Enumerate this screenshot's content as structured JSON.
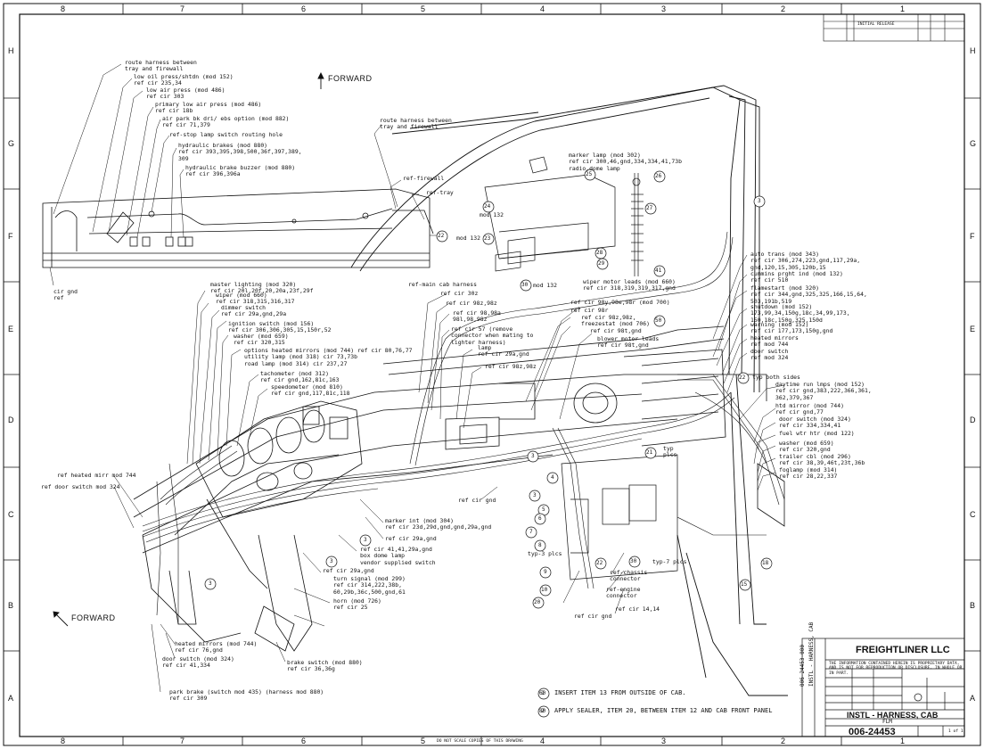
{
  "drawing": {
    "company": "FREIGHTLINER LLC",
    "title": "INSTL - HARNESS, CAB",
    "sheet_code": "FLM",
    "drawing_number": "006-24453",
    "sheet": "1 of 1",
    "side_number": "006-24453-000",
    "side_title": "INSTL - HARNESS, CAB",
    "footer_note": "DO NOT SCALE COPIES OF THIS DRAWING",
    "revision_row": "INITIAL RELEASE",
    "prop_text": "THE INFORMATION CONTAINED HEREIN IS PROPRIETARY DATA, AND IS NOT FOR REPRODUCTION OR DISCLOSURE, IN WHOLE OR IN PART."
  },
  "grid": {
    "columns": [
      "8",
      "7",
      "6",
      "5",
      "4",
      "3",
      "2",
      "1"
    ],
    "rows": [
      "H",
      "G",
      "F",
      "E",
      "D",
      "C",
      "B",
      "A"
    ]
  },
  "forward_labels": [
    "FORWARD",
    "FORWARD"
  ],
  "callouts_left": [
    "route harness between\ntray and firewall",
    "low oil press/shtdn (mod 152)\nref cir 235,34",
    "low air press (mod 486)\nref cir 303",
    "primary low air press (mod 486)\nref cir 18b",
    "air park bk dri/ ebs option (mod 882)\nref cir 71,379",
    "ref-stop lamp switch routing hole",
    "hydraulic brakes (mod 880)\nref cir 393,395,398,500,36f,397,389,\n309",
    "hydraulic brake buzzer (mod 880)\nref cir 396,396a",
    "route harness between\ntray and firewall",
    "ref-firewall",
    "ref-tray",
    "cir gnd\nref"
  ],
  "callouts_top_right": [
    "marker lamp (mod 302)\nref cir 300,46,gnd,334,334,41,73b\nradio,dome lamp",
    "mod 132",
    "mod 132",
    "mod 132",
    "wiper motor leads (mod 660)\nref cir 318,319,319,317,gnd",
    "auto trans (mod 343)\nref cir 306,274,223,gnd,117,29a,\ngnd,120,15,305,120b,15",
    "cummins prght ind (mod 132)\nref cir 510",
    "flamestart (mod 320)\nref cir 344,gnd,325,325,166,15,64,\n503,191b,519",
    "shutdown (mod 152)\n173,99,34,150g,18c,34,99,173,\n150,18c,150g,325,150d",
    "warning (mod 152)\nref cir 177,173,150g,gnd",
    "heated mirrors\nref mod 744",
    "door switch\nref mod 324",
    "typ both sides",
    "daytime run lmps (mod 152)\nref cir gnd,383,222,366,361,\n362,379,367",
    "htd mirror (mod 744)\nref cir gnd,77",
    "door switch (mod 324)\nref cir 334,334,41",
    "fuel wtr htr (mod 122)",
    "washer (mod 659)\nref cir 320,gnd",
    "trailer cbl (mod 296)\nref cir 38,39,46t,23t,36b",
    "foglamp (mod 314)\nref cir 28,22,337"
  ],
  "callouts_middle": [
    "ref-main cab harness",
    "ref cir 30z",
    "ref cir 98z,98z",
    "ref cir 98,98a\n98l,98,98z",
    "ref cir 57 (remove\nconnector when mating to\nlighter harness)",
    "lamp\nref cir 29a,gnd",
    "ref cir 98z,98z",
    "ref cir 98y,98e,98r (mod 700)",
    "ref cir 98r",
    "ref cir 98z,98z,\nfreezestat (mod 706)",
    "ref cir 98t,gnd",
    "blower motor leads\nref cir 98t,gnd",
    "master lighting (mod 320)\nref cir 20l,20f,20,20a,23f,29f",
    "wiper (mod 660)\nref cir 318,315,316,317",
    "dimmer switch\nref cir 29a,gnd,29a",
    "ignition switch (mod 156)\nref cir 306,306,305,15,150r,52",
    "washer (mod 659)\nref cir 320,315",
    "options heated mirrors (mod 744) ref cir 80,76,77\nutility lamp (mod 318) cir 73,73b\nroad lamp (mod 314) cir 237,27",
    "tachometer (mod 312)\nref cir gnd,162,81c,163",
    "speedometer (mod 810)\nref cir gnd,117,81c,118"
  ],
  "callouts_bottom": [
    "ref heated mirr mod 744",
    "ref door switch mod 324",
    "ref cir gnd",
    "marker int (mod 304)\nref cir 23d,29d,gnd,gnd,29a,gnd",
    "ref cir 29a,gnd",
    "ref cir 41,41,29a,gnd\nbox dome lamp\nvendor supplied switch",
    "ref cir 29a,gnd",
    "turn signal (mod 299)\nref cir 314,222,38b,\n60,29b,36c,500,gnd,61",
    "horn (mod 726)\nref cir 25",
    "heated mirrors (mod 744)\nref cir 76,gnd",
    "door switch (mod 324)\nref cir 41,334",
    "brake switch (mod 880)\nref cir 36,36g",
    "park brake (switch mod 435) (harness mod 880)\nref cir 309",
    "typ-3 plcs",
    "typ-7 plcs",
    "ref-chassis\nconnector",
    "ref-engine\nconnector",
    "ref cir gnd",
    "ref cir 14,14",
    "typ\nplcs"
  ],
  "notes": [
    "INSERT ITEM 13 FROM OUTSIDE OF CAB.",
    "APPLY SEALER, ITEM 20, BETWEEN ITEM 12 AND CAB FRONT PANEL"
  ],
  "note_numbers": [
    "1",
    "2"
  ],
  "balloons": [
    "22",
    "23",
    "24",
    "25",
    "26",
    "27",
    "28",
    "29",
    "30",
    "41",
    "22",
    "3",
    "3",
    "3",
    "3",
    "3",
    "3",
    "4",
    "5",
    "6",
    "7",
    "8",
    "9",
    "10",
    "20",
    "21",
    "22",
    "30",
    "15",
    "18",
    "50",
    "60",
    "80"
  ]
}
